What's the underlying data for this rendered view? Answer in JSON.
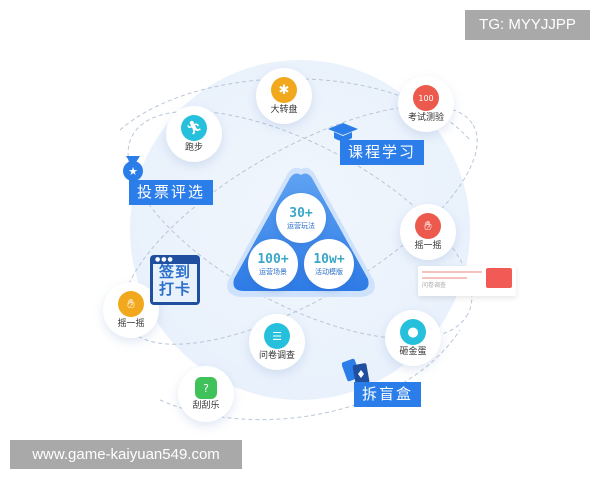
{
  "watermarks": {
    "top_right": "TG: MYYJJPP",
    "bottom_left": "www.game-kaiyuan549.com"
  },
  "center": {
    "stats": [
      {
        "value": "30+",
        "label": "运营玩法"
      },
      {
        "value": "100+",
        "label": "运营场景"
      },
      {
        "value": "10w+",
        "label": "活动模版"
      }
    ]
  },
  "tags": {
    "vote": "投票评选",
    "course": "课程学习",
    "signin_line1": "签到",
    "signin_line2": "打卡",
    "blindbox": "拆盲盒"
  },
  "nodes": [
    {
      "label": "大转盘",
      "icon": "wheel-icon",
      "color": "#f2a81d"
    },
    {
      "label": "考试测验",
      "icon": "exam-icon",
      "color": "#ec5a4d"
    },
    {
      "label": "跑步",
      "icon": "running-icon",
      "color": "#26c0dd"
    },
    {
      "label": "摇一摇",
      "icon": "shake-icon",
      "color": "#ec5a4d"
    },
    {
      "label": "摇一摇",
      "icon": "shake-icon",
      "color": "#f2a81d"
    },
    {
      "label": "问卷调查",
      "icon": "survey-icon",
      "color": "#26c0dd"
    },
    {
      "label": "砸金蛋",
      "icon": "golden-egg-icon",
      "color": "#26c0dd"
    },
    {
      "label": "刮刮乐",
      "icon": "scratch-card-icon",
      "color": "#3fc25a"
    }
  ],
  "form_card": {
    "placeholder": "问卷调查"
  },
  "colors": {
    "brand_blue": "#2b7de9",
    "dark_blue": "#1f4f9e",
    "bg_circle": "#eaf2fc"
  }
}
